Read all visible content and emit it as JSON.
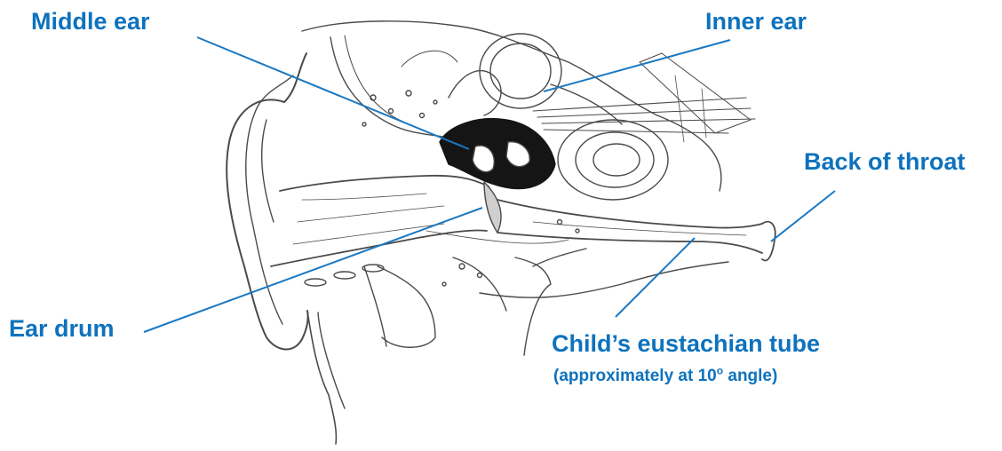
{
  "diagram": {
    "labels": {
      "middle_ear": "Middle ear",
      "inner_ear": "Inner ear",
      "back_of_throat": "Back of throat",
      "ear_drum": "Ear drum",
      "eustachian_tube": "Child’s eustachian tube",
      "angle_prefix": "(approximately at 10",
      "angle_degree": "o",
      "angle_suffix": " angle)"
    },
    "colors": {
      "label": "#0e72bd",
      "leader_line": "#1a78c2",
      "sketch_line": "#4a4a4a",
      "cavity_fill": "#151515"
    },
    "illustration": "ear-anatomy-sketch"
  }
}
